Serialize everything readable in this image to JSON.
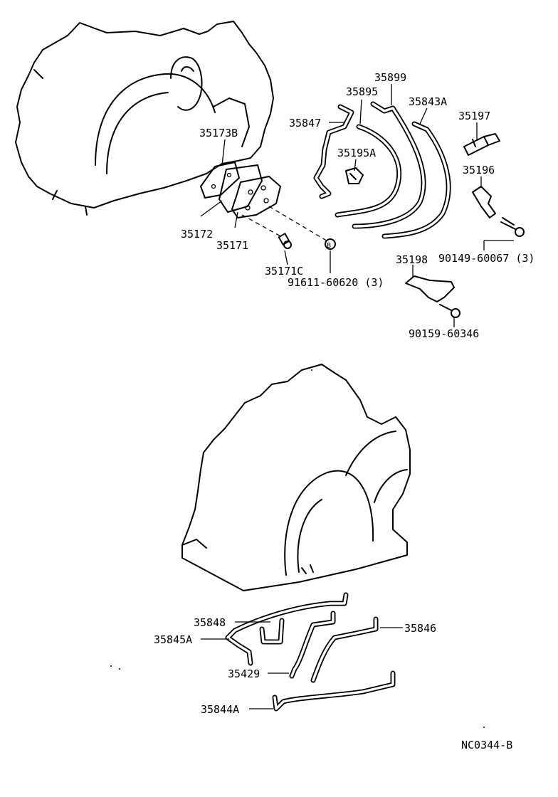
{
  "diagram": {
    "drawing_code": "NC0344-B",
    "upper_labels": {
      "p35173B": "35173B",
      "p35172": "35172",
      "p35171": "35171",
      "p35171C": "35171C",
      "p91611": "91611-60620 (3)",
      "p35847": "35847",
      "p35895": "35895",
      "p35899": "35899",
      "p35195A": "35195A",
      "p35843A": "35843A",
      "p35197": "35197",
      "p35196": "35196",
      "p90149": "90149-60067 (3)",
      "p35198": "35198",
      "p90159": "90159-60346"
    },
    "lower_labels": {
      "p35848": "35848",
      "p35845A": "35845A",
      "p35846": "35846",
      "p35429": "35429",
      "p35844A": "35844A"
    },
    "marker_letter": "B"
  }
}
